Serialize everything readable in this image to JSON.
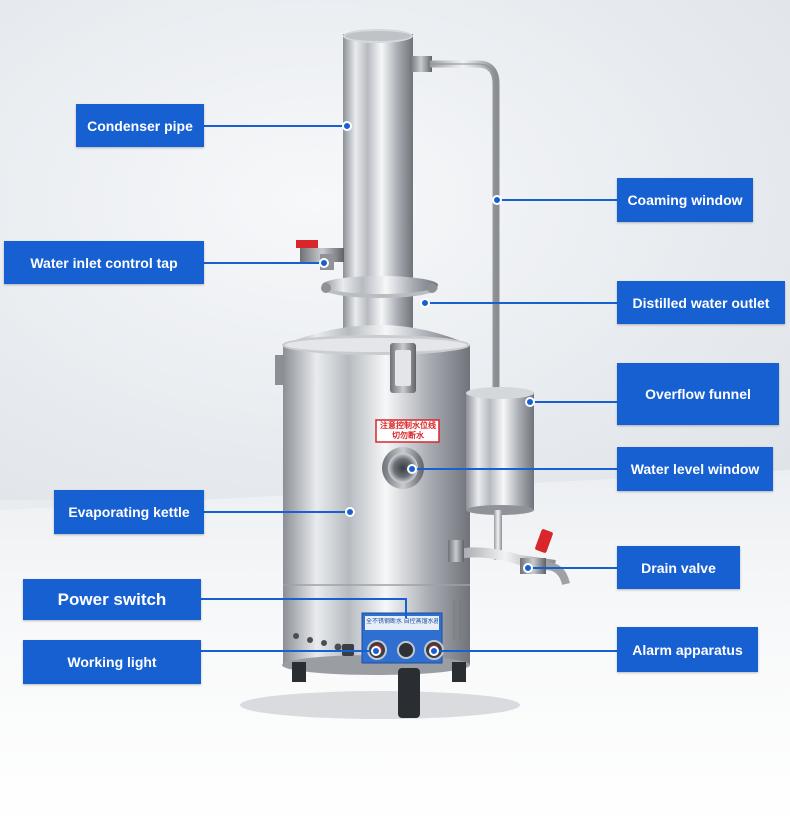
{
  "labels": {
    "condenser_pipe": "Condenser pipe",
    "water_inlet_control_tap": "Water inlet control tap",
    "evaporating_kettle": "Evaporating kettle",
    "power_switch": "Power switch",
    "working_light": "Working light",
    "coaming_window": "Coaming window",
    "distilled_water_outlet": "Distilled water outlet",
    "overflow_funnel": "Overflow funnel",
    "water_level_window": "Water level window",
    "drain_valve": "Drain valve",
    "alarm_apparatus": "Alarm apparatus"
  },
  "device_text": {
    "warning_label": "注意控制水位线 切勿断水",
    "panel_text": "全不锈钢断水 自控蒸馏水器"
  },
  "colors": {
    "label_bg": "#1760d1",
    "label_text": "#ffffff",
    "warning_red": "#d8262a"
  }
}
